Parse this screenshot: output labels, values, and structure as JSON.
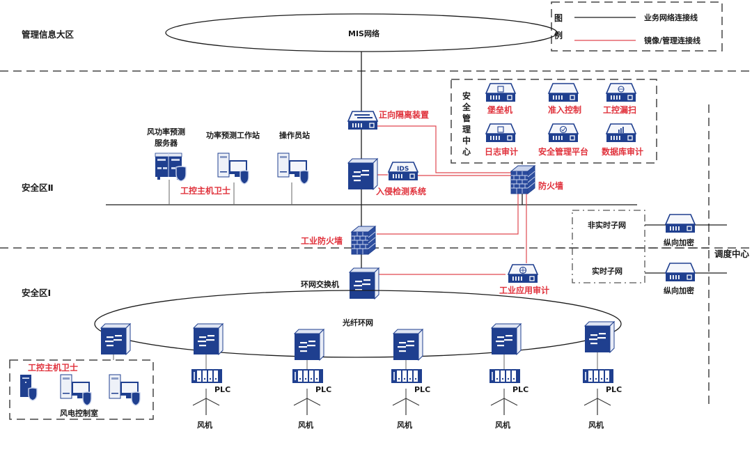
{
  "zones": {
    "management": "管理信息大区",
    "zone2": "安全区Ⅱ",
    "zone1": "安全区Ⅰ"
  },
  "legend": {
    "title_chars": [
      "图",
      "例"
    ],
    "business_line": "业务网络连接线",
    "mirror_line": "镜像/管理连接线",
    "business_color": "#1a1a1a",
    "mirror_color": "#e0484f"
  },
  "mis_network": "MIS网络",
  "forward_isolation": "正向隔离装置",
  "security_center": {
    "title_chars": [
      "安",
      "全",
      "管",
      "理",
      "中",
      "心"
    ],
    "items": [
      {
        "label": "堡垒机",
        "icon": "document-icon"
      },
      {
        "label": "准入控制",
        "icon": "blank-icon"
      },
      {
        "label": "工控漏扫",
        "icon": "globe-icon"
      },
      {
        "label": "日志审计",
        "icon": "log-icon"
      },
      {
        "label": "安全管理平台",
        "icon": "shield-check-icon"
      },
      {
        "label": "数据库审计",
        "icon": "bar-chart-icon"
      }
    ]
  },
  "zone2_hosts": {
    "forecast_server": [
      "风功率预测",
      "服务器"
    ],
    "forecast_station": "功率预测工作站",
    "operator_station": "操作员站",
    "host_guard": "工控主机卫士"
  },
  "ids": {
    "badge": "IDS",
    "label": "入侵检测系统"
  },
  "firewall": "防火墙",
  "industrial_firewall": "工业防火墙",
  "ring_switch": "环网交换机",
  "industrial_audit": "工业应用审计",
  "dispatch": {
    "non_realtime": "非实时子网",
    "realtime": "实时子网",
    "encryptor": "纵向加密",
    "center": "调度中心"
  },
  "fiber_ring": "光纤环网",
  "control_room": {
    "label": "风电控制室",
    "host_guard": "工控主机卫士"
  },
  "turbines": [
    {
      "plc": "PLC",
      "label": "风机"
    },
    {
      "plc": "PLC",
      "label": "风机"
    },
    {
      "plc": "PLC",
      "label": "风机"
    },
    {
      "plc": "PLC",
      "label": "风机"
    },
    {
      "plc": "PLC",
      "label": "风机"
    }
  ],
  "colors": {
    "device_blue": "#1f3f8f",
    "device_dark": "#16306f",
    "accent_red": "#e0323c"
  }
}
